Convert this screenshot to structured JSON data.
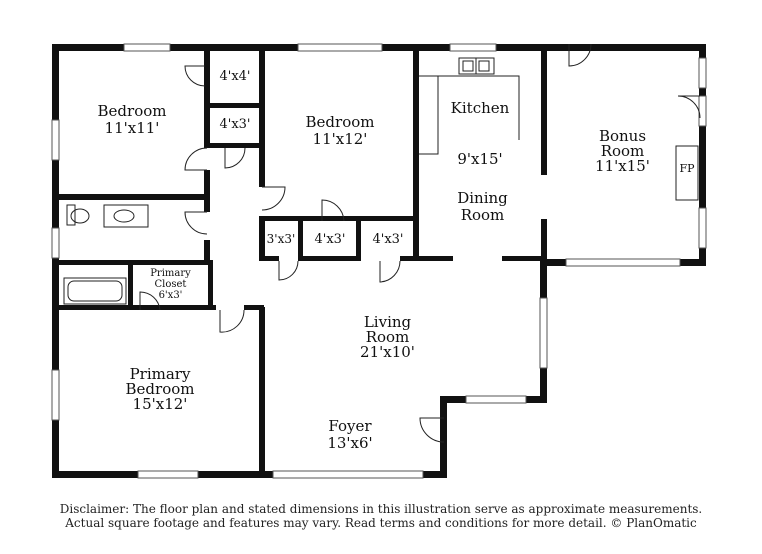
{
  "rooms": {
    "bedroom_1": {
      "name": "Bedroom",
      "size": "11'x11'"
    },
    "closet_a": {
      "size": "4'x4'"
    },
    "closet_b": {
      "size": "4'x3'"
    },
    "bedroom_2": {
      "name": "Bedroom",
      "size": "11'x12'"
    },
    "kitchen": {
      "name": "Kitchen",
      "size": "9'x15'"
    },
    "dining": {
      "line1": "Dining",
      "line2": "Room"
    },
    "bonus": {
      "line1": "Bonus",
      "line2": "Room",
      "size": "11'x15'"
    },
    "fireplace": {
      "label": "FP"
    },
    "closet_c": {
      "size": "3'x3'"
    },
    "closet_d": {
      "size": "4'x3'"
    },
    "closet_e": {
      "size": "4'x3'"
    },
    "primary_closet": {
      "line1": "Primary",
      "line2": "Closet",
      "size": "6'x3'"
    },
    "living": {
      "line1": "Living",
      "line2": "Room",
      "size": "21'x10'"
    },
    "primary_bedroom": {
      "line1": "Primary",
      "line2": "Bedroom",
      "size": "15'x12'"
    },
    "foyer": {
      "name": "Foyer",
      "size": "13'x6'"
    }
  },
  "disclaimer": {
    "line1": "Disclaimer: The floor plan and stated dimensions in this illustration serve as approximate measurements.",
    "line2": "Actual square footage and features may vary. Read terms and conditions for more detail. © PlanOmatic"
  }
}
